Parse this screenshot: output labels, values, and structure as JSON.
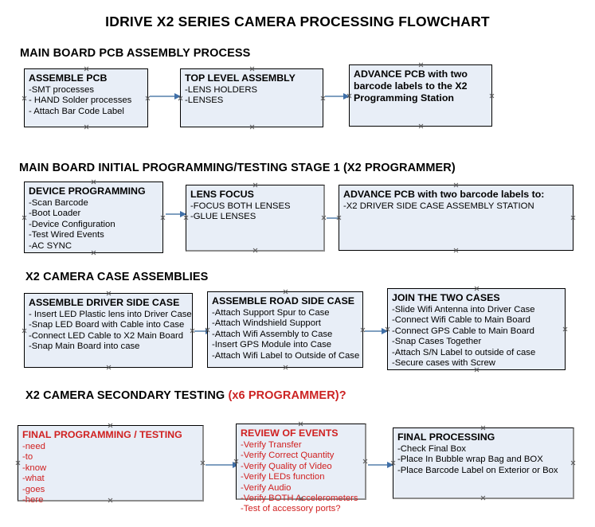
{
  "title": "IDRIVE X2  SERIES CAMERA PROCESSING FLOWCHART",
  "colors": {
    "box_fill": "#e8eef7",
    "box_border": "#000000",
    "box_shadow": "#8d8d8d",
    "arrow": "#7f9fc0",
    "arrow_head": "#3f6fa8",
    "accent_red": "#cc2222",
    "text_red": "#d02020",
    "text": "#000000",
    "background": "#ffffff"
  },
  "sections": [
    {
      "header": "MAIN BOARD PCB ASSEMBLY PROCESS",
      "header_accent": "",
      "nodes": [
        {
          "title": "ASSEMBLE PCB",
          "lines": [
            "-SMT processes",
            "- HAND Solder processes",
            "- Attach Bar Code Label"
          ]
        },
        {
          "title": "TOP LEVEL ASSEMBLY",
          "lines": [
            "-LENS HOLDERS",
            "-LENSES"
          ]
        },
        {
          "title": "ADVANCE PCB with two barcode labels to the  X2 Programming Station",
          "lines": []
        }
      ]
    },
    {
      "header": "MAIN BOARD INITIAL PROGRAMMING/TESTING STAGE 1 (X2 PROGRAMMER)",
      "header_accent": "",
      "nodes": [
        {
          "title": "DEVICE PROGRAMMING",
          "lines": [
            "-Scan Barcode",
            "-Boot Loader",
            "-Device Configuration",
            "-Test Wired Events",
            "-AC SYNC"
          ]
        },
        {
          "title": "LENS FOCUS",
          "lines": [
            "-FOCUS BOTH LENSES",
            "-GLUE LENSES"
          ]
        },
        {
          "title": "ADVANCE PCB with two barcode labels to:",
          "lines": [
            "-X2 DRIVER  SIDE  CASE  ASSEMBLY STATION"
          ]
        }
      ]
    },
    {
      "header": "X2 CAMERA CASE ASSEMBLIES",
      "header_accent": "",
      "nodes": [
        {
          "title": "ASSEMBLE DRIVER SIDE CASE",
          "lines": [
            "- Insert LED Plastic lens into Driver Case",
            "-Snap LED Board with Cable into Case",
            "-Connect LED Cable to X2 Main Board",
            "-Snap Main Board into case"
          ]
        },
        {
          "title": "ASSEMBLE ROAD SIDE CASE",
          "lines": [
            "-Attach Support Spur to Case",
            "-Attach Windshield Support",
            "-Attach Wifi Assembly to Case",
            "-Insert GPS Module into Case",
            "-Attach Wifi Label to Outside of Case"
          ]
        },
        {
          "title": "JOIN THE TWO CASES",
          "lines": [
            "-Slide Wifi Antenna into Driver Case",
            "-Connect Wifi Cable to Main Board",
            "-Connect GPS Cable to Main Board",
            "-Snap Cases Together",
            "-Attach S/N Label to outside of case",
            "-Secure cases with Screw"
          ]
        }
      ]
    },
    {
      "header": "X2 CAMERA SECONDARY TESTING ",
      "header_accent": "(x6 PROGRAMMER)?",
      "nodes": [
        {
          "title": "FINAL PROGRAMMING / TESTING",
          "lines": [
            "-need",
            "-to",
            "-know",
            "-what",
            "-goes",
            "-here"
          ]
        },
        {
          "title": "REVIEW OF EVENTS",
          "lines": [
            "-Verify Transfer",
            "-Verify Correct Quantity",
            "-Verify Quality of Video",
            "-Verify LEDs function",
            "-Verify Audio",
            "-Verify BOTH Accelerometers",
            "-Test of accessory ports?"
          ]
        },
        {
          "title": "FINAL PROCESSING",
          "lines": [
            " -Check Final Box",
            "-Place In Bubble wrap Bag and BOX",
            "-Place Barcode Label on Exterior or Box"
          ]
        }
      ]
    }
  ]
}
